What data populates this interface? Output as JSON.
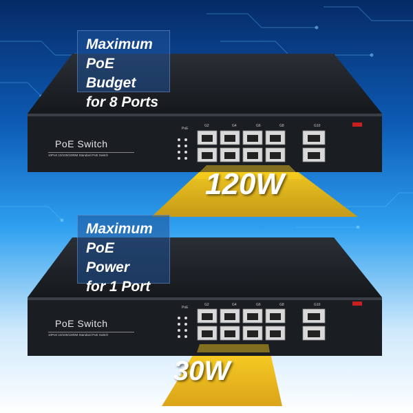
{
  "callouts": {
    "top": {
      "line1": "Maximum",
      "line2": "PoE Budget",
      "line3": "for 8 Ports"
    },
    "bottom": {
      "line1": "Maximum",
      "line2": "PoE Power",
      "line3": "for 1 Port"
    }
  },
  "watts": {
    "top": "120W",
    "bottom": "30W"
  },
  "switch": {
    "label": "PoE Switch",
    "sub_label": "10Port 10/100/1000M Standard PoE Switch",
    "poe_label": "PoE",
    "port_labels": [
      "G2",
      "G4",
      "G6",
      "G8",
      "G10"
    ]
  },
  "colors": {
    "background_top": "#0a3a7a",
    "background_mid": "#1f8fe0",
    "beam": "#f2c200",
    "switch_body": "#161a1f",
    "callout": "#2a5ea8"
  }
}
